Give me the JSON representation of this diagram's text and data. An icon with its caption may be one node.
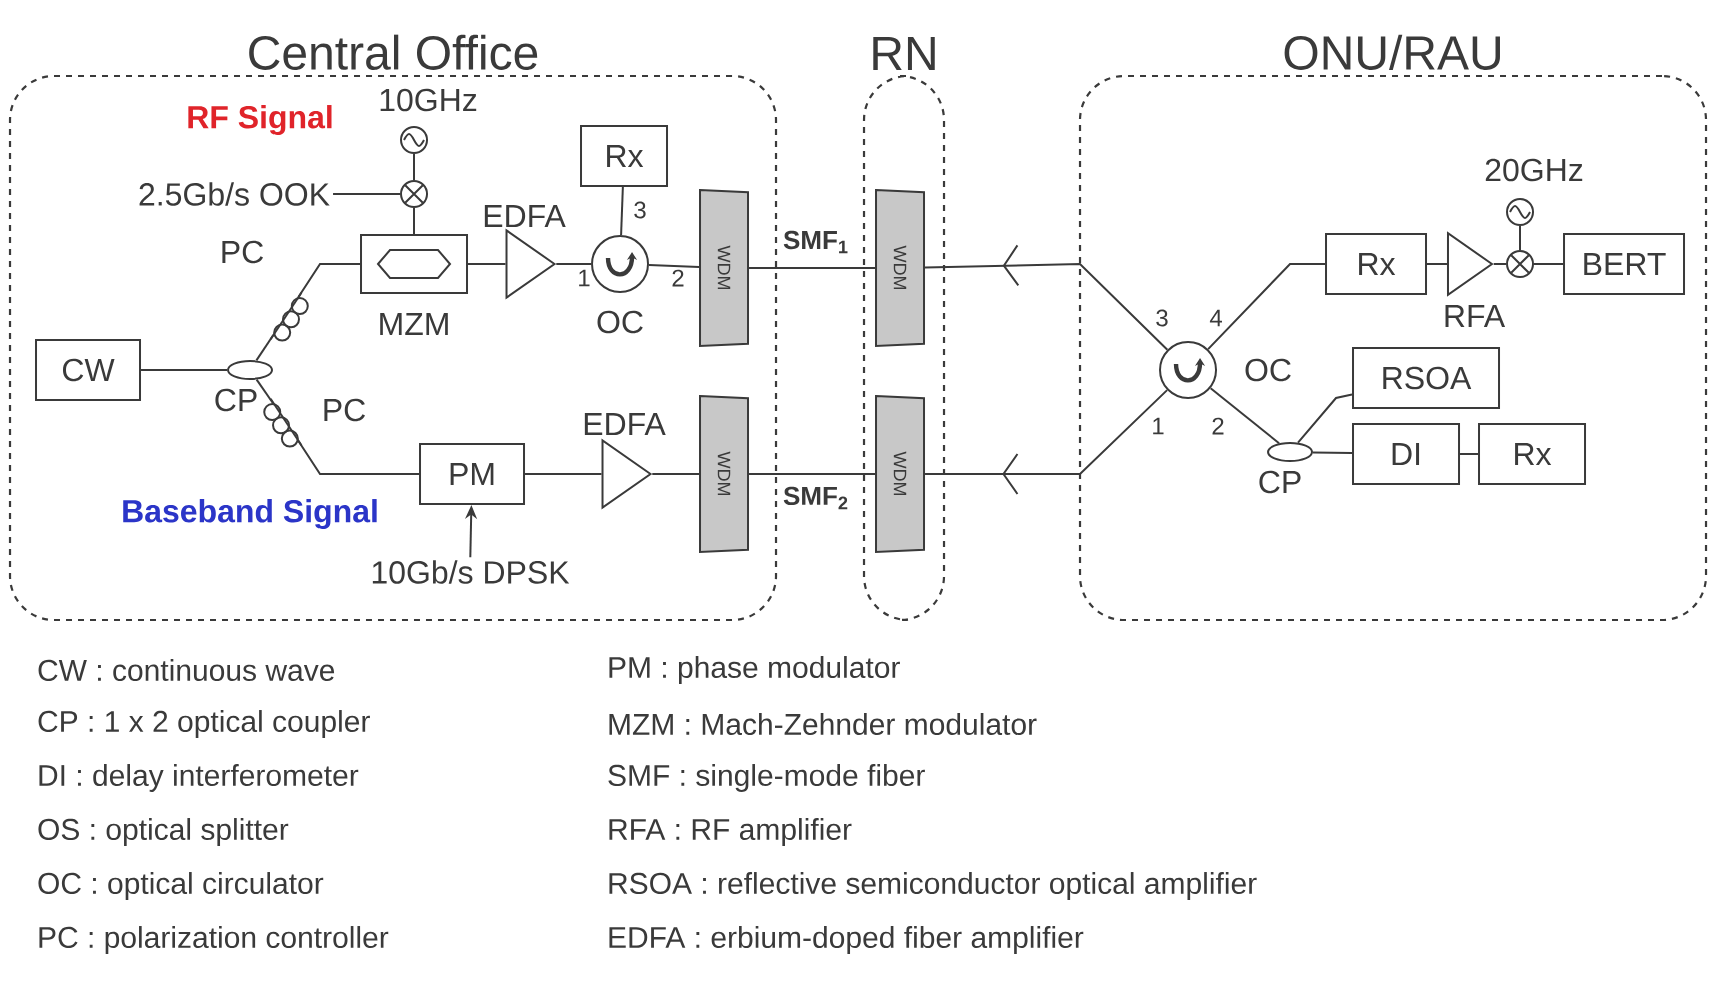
{
  "diagram": {
    "nodes": [
      {
        "text": [
          "Central Office"
        ]
      },
      {
        "text": [
          "RN"
        ]
      },
      {
        "text": [
          "ONU/RAU"
        ]
      },
      {
        "text": [
          "CW"
        ],
        "in": 0
      },
      {
        "text": [],
        "shape": "ellipse",
        "beside": [
          "CP"
        ],
        "in": 0
      },
      {
        "text": [],
        "shape": "coil",
        "beside": [
          "PC"
        ],
        "in": 0
      },
      {
        "text": [],
        "shape": "coil",
        "beside": [
          "PC"
        ],
        "in": 0
      },
      {
        "text": [],
        "shape": "box",
        "beside": [
          "MZM"
        ],
        "in": 0
      },
      {
        "text": [],
        "shape": "circle",
        "in": 0
      },
      {
        "text": [],
        "shape": "circle",
        "beside": [
          "10GHz"
        ],
        "in": 0
      },
      {
        "text": [],
        "shape": "triangle",
        "beside": [
          "EDFA"
        ],
        "in": 0
      },
      {
        "text": [],
        "shape": "circle",
        "beside": [
          "3",
          "1",
          "2",
          "OC"
        ],
        "in": 0
      },
      {
        "text": [
          "Rx"
        ],
        "in": 0
      },
      {
        "text": [
          "WDM"
        ],
        "in": 0
      },
      {
        "text": [
          "PM"
        ],
        "in": 0
      },
      {
        "text": [],
        "shape": "triangle",
        "beside": [
          "EDFA"
        ],
        "in": 0
      },
      {
        "text": [
          "WDM"
        ],
        "in": 0
      },
      {
        "text": [
          "WDM"
        ],
        "in": 1
      },
      {
        "text": [
          "WDM"
        ],
        "in": 1
      },
      {
        "text": [],
        "shape": "circle",
        "beside": [
          "3",
          "4",
          "OC",
          "1",
          "2"
        ],
        "in": 2
      },
      {
        "text": [
          "Rx"
        ],
        "in": 2
      },
      {
        "text": [],
        "shape": "triangle",
        "beside": [
          "RFA"
        ],
        "in": 2
      },
      {
        "text": [],
        "shape": "circle",
        "in": 2
      },
      {
        "text": [],
        "shape": "circle",
        "beside": [
          "20GHz"
        ],
        "in": 2
      },
      {
        "text": [
          "BERT"
        ],
        "in": 2
      },
      {
        "text": [
          "RSOA"
        ],
        "in": 2
      },
      {
        "text": [],
        "shape": "ellipse",
        "beside": [
          "CP"
        ],
        "in": 2
      },
      {
        "text": [
          "DI"
        ],
        "in": 2
      },
      {
        "text": [
          "Rx"
        ],
        "in": 2
      },
      {
        "text": [
          "2.5Gb/s OOK"
        ],
        "in": 0
      },
      {
        "text": [
          "10Gb/s DPSK"
        ],
        "in": 0
      }
    ],
    "edges": [
      {
        "from": 3,
        "to": 4,
        "arrow": "none"
      },
      {
        "from": 4,
        "to": 5,
        "arrow": "none"
      },
      {
        "from": 5,
        "to": 7,
        "arrow": "none"
      },
      {
        "from": 4,
        "to": 6,
        "arrow": "none"
      },
      {
        "from": 6,
        "to": 14,
        "arrow": "none"
      },
      {
        "from": 29,
        "to": 8,
        "arrow": "none"
      },
      {
        "from": 9,
        "to": 8,
        "arrow": "none"
      },
      {
        "from": 8,
        "to": 7,
        "arrow": "none"
      },
      {
        "from": 7,
        "to": 10,
        "arrow": "none"
      },
      {
        "from": 10,
        "to": 11,
        "arrow": "none"
      },
      {
        "from": 11,
        "to": 12,
        "arrow": "none"
      },
      {
        "from": 11,
        "to": 13,
        "arrow": "none"
      },
      {
        "from": 13,
        "to": 17,
        "arrow": "none",
        "label": "SMF$_{1}$"
      },
      {
        "from": 14,
        "to": 15,
        "arrow": "none"
      },
      {
        "from": 15,
        "to": 16,
        "arrow": "none"
      },
      {
        "from": 16,
        "to": 18,
        "arrow": "none",
        "label": "SMF$_{2}$"
      },
      {
        "from": 30,
        "to": 14,
        "arrow": "to"
      },
      {
        "from": 19,
        "to": 17,
        "arrow": "to"
      },
      {
        "from": 19,
        "to": 18,
        "arrow": "to"
      },
      {
        "from": 19,
        "to": 20,
        "arrow": "none"
      },
      {
        "from": 20,
        "to": 21,
        "arrow": "none"
      },
      {
        "from": 21,
        "to": 22,
        "arrow": "none"
      },
      {
        "from": 23,
        "to": 22,
        "arrow": "none"
      },
      {
        "from": 22,
        "to": 24,
        "arrow": "none"
      },
      {
        "from": 19,
        "to": 26,
        "arrow": "none"
      },
      {
        "from": 26,
        "to": 25,
        "arrow": "none"
      },
      {
        "from": 26,
        "to": 27,
        "arrow": "none"
      },
      {
        "from": 27,
        "to": 28,
        "arrow": "none"
      }
    ],
    "labels": [
      "RF Signal",
      "Baseband Signal",
      "CW : continuous wave",
      "PM : phase modulator",
      "CP : 1 x 2 optical coupler",
      "MZM : Mach-Zehnder modulator",
      "DI : delay interferometer",
      "SMF : single-mode fiber",
      "OS : optical splitter",
      "RFA : RF amplifier",
      "OC : optical circulator",
      "RSOA : reflective semiconductor optical amplifier",
      "PC : polarization controller",
      "EDFA : erbium-doped fiber amplifier"
    ]
  }
}
